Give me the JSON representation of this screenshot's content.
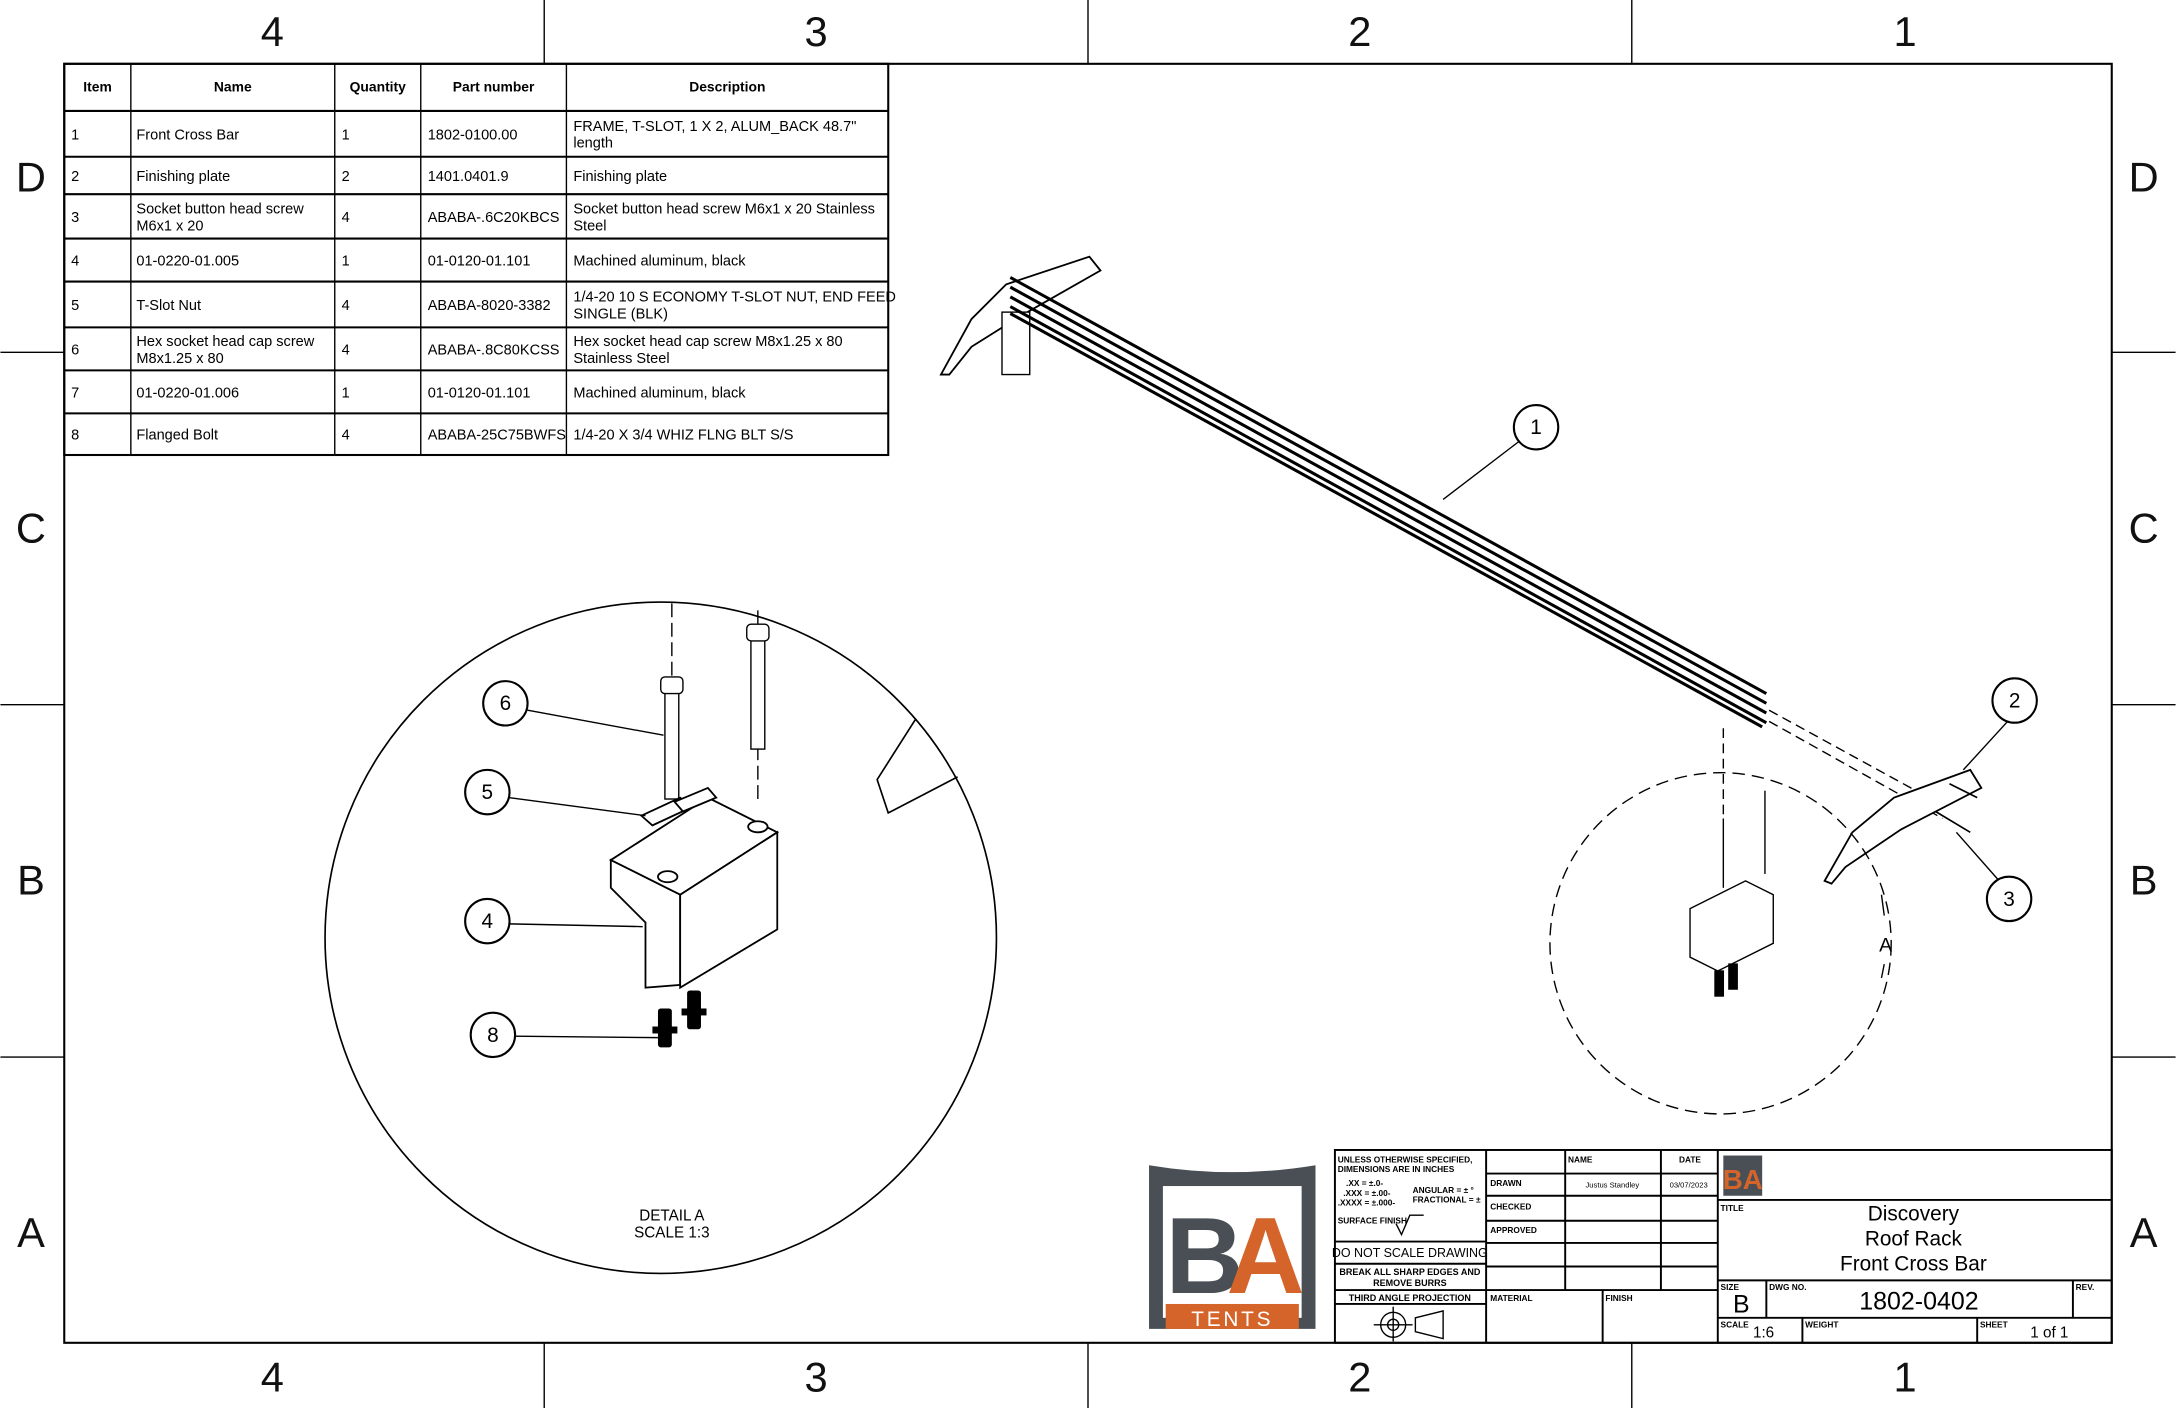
{
  "zones": {
    "columns": [
      "4",
      "3",
      "2",
      "1"
    ],
    "rows": [
      "D",
      "C",
      "B",
      "A"
    ]
  },
  "bom": {
    "headers": [
      "Item",
      "Name",
      "Quantity",
      "Part number",
      "Description"
    ],
    "rows": [
      {
        "item": "1",
        "name": [
          "Front Cross Bar"
        ],
        "qty": "1",
        "part": "1802-0100.00",
        "desc": [
          "FRAME, T-SLOT, 1 X 2,  ALUM_BACK 48.7\"",
          "length"
        ]
      },
      {
        "item": "2",
        "name": [
          "Finishing plate"
        ],
        "qty": "2",
        "part": "1401.0401.9",
        "desc": [
          "Finishing plate"
        ]
      },
      {
        "item": "3",
        "name": [
          "Socket button head screw",
          "M6x1 x 20"
        ],
        "qty": "4",
        "part": "ABABA-.6C20KBCS",
        "desc": [
          "Socket button head screw M6x1 x 20 Stainless",
          "Steel"
        ]
      },
      {
        "item": "4",
        "name": [
          "01-0220-01.005"
        ],
        "qty": "1",
        "part": "01-0120-01.101",
        "desc": [
          "Machined aluminum, black"
        ]
      },
      {
        "item": "5",
        "name": [
          "T-Slot Nut"
        ],
        "qty": "4",
        "part": "ABABA-8020-3382",
        "desc": [
          "1/4-20 10 S ECONOMY T-SLOT NUT, END FEED",
          "SINGLE (BLK)"
        ]
      },
      {
        "item": "6",
        "name": [
          "Hex socket head cap screw",
          "M8x1.25 x 80"
        ],
        "qty": "4",
        "part": "ABABA-.8C80KCSS",
        "desc": [
          "Hex socket head cap screw M8x1.25 x 80",
          "Stainless Steel"
        ]
      },
      {
        "item": "7",
        "name": [
          "01-0220-01.006"
        ],
        "qty": "1",
        "part": "01-0120-01.101",
        "desc": [
          "Machined aluminum, black"
        ]
      },
      {
        "item": "8",
        "name": [
          "Flanged Bolt"
        ],
        "qty": "4",
        "part": "ABABA-25C75BWFS",
        "desc": [
          "1/4-20 X 3/4 WHIZ FLNG BLT S/S"
        ]
      }
    ]
  },
  "balloons": [
    "1",
    "2",
    "3",
    "4",
    "5",
    "6",
    "8"
  ],
  "detail": {
    "label": "DETAIL A",
    "scale": "SCALE 1:3",
    "view_letter": "A"
  },
  "logo": {
    "letters": "BA",
    "subtitle": "TENTS",
    "gray": "#4a4f55",
    "orange": "#d4642a"
  },
  "title_block": {
    "tolerance": [
      "UNLESS OTHERWISE SPECIFIED,",
      "DIMENSIONS ARE IN INCHES",
      ".XX = ±.0-",
      ".XXX = ±.00-",
      ".XXXX = ±.000-",
      "ANGULAR = ± °",
      "FRACTIONAL = ±",
      "SURFACE FINISH"
    ],
    "do_not_scale": "DO NOT SCALE DRAWING",
    "break_edges": [
      "BREAK ALL SHARP EDGES AND",
      "REMOVE BURRS"
    ],
    "projection": "THIRD ANGLE PROJECTION",
    "name_header": "NAME",
    "date_header": "DATE",
    "drawn_label": "DRAWN",
    "drawn_name": "Justus Standley",
    "drawn_date": "03/07/2023",
    "checked_label": "CHECKED",
    "approved_label": "APPROVED",
    "material_label": "MATERIAL",
    "finish_label": "FINISH",
    "title_label": "TITLE",
    "title_lines": [
      "Discovery",
      "Roof Rack",
      "Front Cross Bar"
    ],
    "size_label": "SIZE",
    "size": "B",
    "dwg_label": "DWG NO.",
    "dwg_no": "1802-0402",
    "rev_label": "REV.",
    "scale_label": "SCALE",
    "scale": "1:6",
    "weight_label": "WEIGHT",
    "sheet_label": "SHEET",
    "sheet": "1 of 1"
  }
}
